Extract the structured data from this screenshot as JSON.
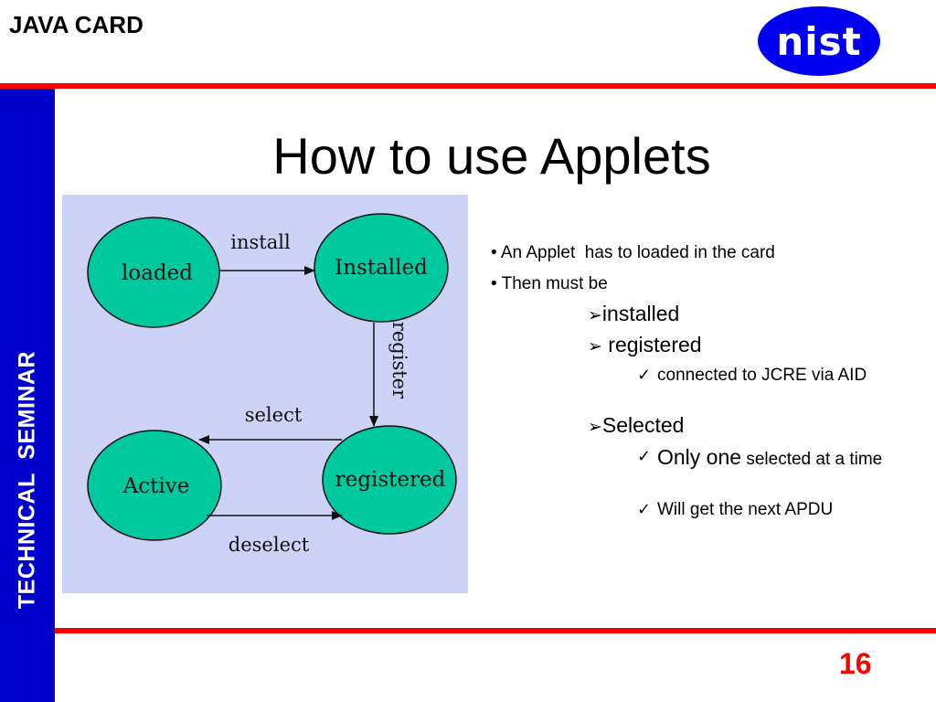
{
  "header": {
    "title": "JAVA CARD",
    "logo_text": "nist",
    "logo_color": "#0000ee"
  },
  "sidebar": {
    "text": "TECHNICAL  SEMINAR",
    "color": "#0000cc"
  },
  "slide": {
    "title": "How to use Applets",
    "page_number": "16"
  },
  "diagram": {
    "background": "#cdd3f7",
    "node_color": "#00c9a0",
    "nodes": [
      "loaded",
      "Installed",
      "Active",
      "registered"
    ],
    "edges": [
      "install",
      "register",
      "select",
      "deselect"
    ]
  },
  "content": {
    "bullets": [
      "• An Applet  has to loaded in the card",
      "• Then must be"
    ],
    "items": [
      {
        "mark": "➢",
        "label": "installed"
      },
      {
        "mark": "➢",
        "label": " registered"
      },
      {
        "mark": "✓",
        "label": "connected to JCRE via AID"
      },
      {
        "mark": "➢",
        "label": "Selected"
      },
      {
        "mark": "✓",
        "label_large": "Only one",
        "label": " selected at a time"
      },
      {
        "mark": "✓",
        "label": "Will get the next APDU"
      }
    ]
  },
  "colors": {
    "accent_rule": "#ff0000",
    "page_number": "#ff0000"
  }
}
